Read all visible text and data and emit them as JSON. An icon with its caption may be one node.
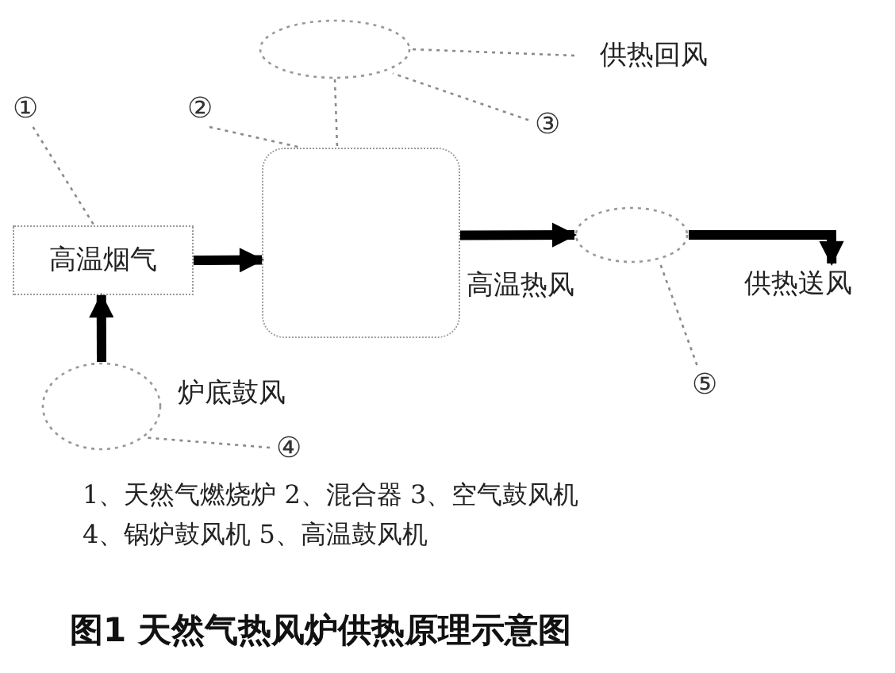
{
  "diagram": {
    "caption": "图1 天然气热风炉供热原理示意图",
    "nodes": [
      {
        "text": [
          "①"
        ]
      },
      {
        "text": [
          "②"
        ]
      },
      {
        "text": [],
        "shape": "circle"
      },
      {
        "text": [
          "供热回风"
        ]
      },
      {
        "text": [
          "③"
        ]
      },
      {
        "text": [
          "高温烟气"
        ]
      },
      {
        "text": [],
        "shape": "box"
      },
      {
        "text": [],
        "shape": "circle"
      },
      {
        "text": [
          "供热送风"
        ]
      },
      {
        "text": [],
        "shape": "circle",
        "beside": [
          "炉底鼓风"
        ]
      },
      {
        "text": [
          "④"
        ]
      },
      {
        "text": [
          "⑤"
        ]
      }
    ],
    "edges": [
      {
        "from": 0,
        "to": 5,
        "arrow": "none",
        "style": "dashed"
      },
      {
        "from": 1,
        "to": 6,
        "arrow": "none",
        "style": "dashed"
      },
      {
        "from": 4,
        "to": 2,
        "arrow": "none",
        "style": "dashed"
      },
      {
        "from": 3,
        "to": 2,
        "arrow": "none",
        "style": "dashed"
      },
      {
        "from": 2,
        "to": 6,
        "arrow": "none",
        "style": "dashed"
      },
      {
        "from": 5,
        "to": 6,
        "arrow": "to",
        "style": "thick",
        "color": "#000000"
      },
      {
        "from": 6,
        "to": 7,
        "arrow": "to",
        "style": "thick",
        "color": "#000000",
        "label": "高温热风"
      },
      {
        "from": 7,
        "to": 8,
        "arrow": "to",
        "style": "thick",
        "color": "#000000"
      },
      {
        "from": 9,
        "to": 5,
        "arrow": "to",
        "style": "thick",
        "color": "#000000"
      },
      {
        "from": 10,
        "to": 9,
        "arrow": "none",
        "style": "dashed"
      },
      {
        "from": 11,
        "to": 7,
        "arrow": "none",
        "style": "dashed"
      }
    ],
    "labels": [
      "1、天然气燃烧炉 2、混合器 3、空气鼓风机",
      "4、锅炉鼓风机 5、高温鼓风机"
    ]
  }
}
